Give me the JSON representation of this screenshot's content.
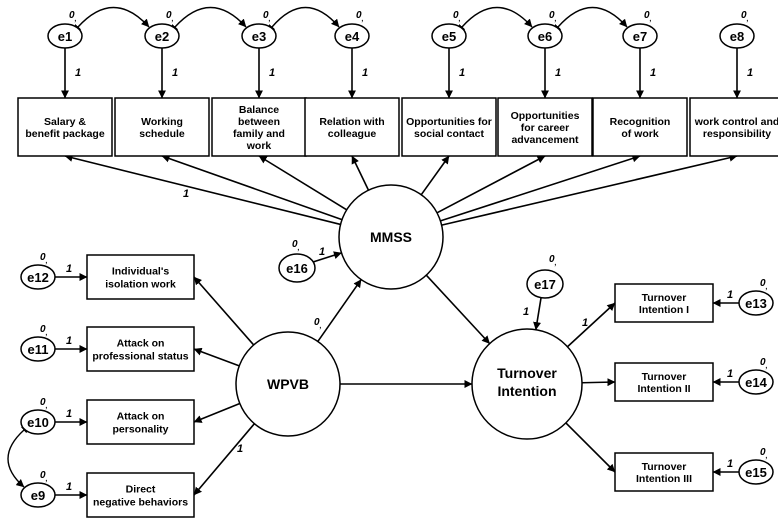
{
  "latents": {
    "mmss": "MMSS",
    "wpvb": "WPVB",
    "turnover": [
      "Turnover",
      "Intention"
    ]
  },
  "mmss_indicators": [
    [
      "Salary &",
      "benefit package"
    ],
    [
      "Working",
      "schedule"
    ],
    [
      "Balance",
      "between",
      "family and",
      "work"
    ],
    [
      "Relation with",
      "colleague"
    ],
    [
      "Opportunities for",
      "social contact"
    ],
    [
      "Opportunities",
      "for career",
      "advancement"
    ],
    [
      "Recognition",
      "of work"
    ],
    [
      "work control and",
      "responsibility"
    ]
  ],
  "wpvb_indicators": [
    [
      "Individual's",
      "isolation work"
    ],
    [
      "Attack on",
      "professional status"
    ],
    [
      "Attack on",
      "personality"
    ],
    [
      "Direct",
      "negative behaviors"
    ]
  ],
  "turnover_indicators": [
    [
      "Turnover",
      "Intention I"
    ],
    [
      "Turnover",
      "Intention II"
    ],
    [
      "Turnover",
      "Intention III"
    ]
  ],
  "errors": {
    "top": [
      "e1",
      "e2",
      "e3",
      "e4",
      "e5",
      "e6",
      "e7",
      "e8"
    ],
    "left": [
      "e12",
      "e11",
      "e10",
      "e9"
    ],
    "right": [
      "e13",
      "e14",
      "e15"
    ],
    "e16": "e16",
    "e17": "e17"
  },
  "labels": {
    "one": "1",
    "zero": "0",
    "zero_sub": ","
  },
  "style": {
    "stroke": "#000000",
    "fill": "#ffffff"
  }
}
